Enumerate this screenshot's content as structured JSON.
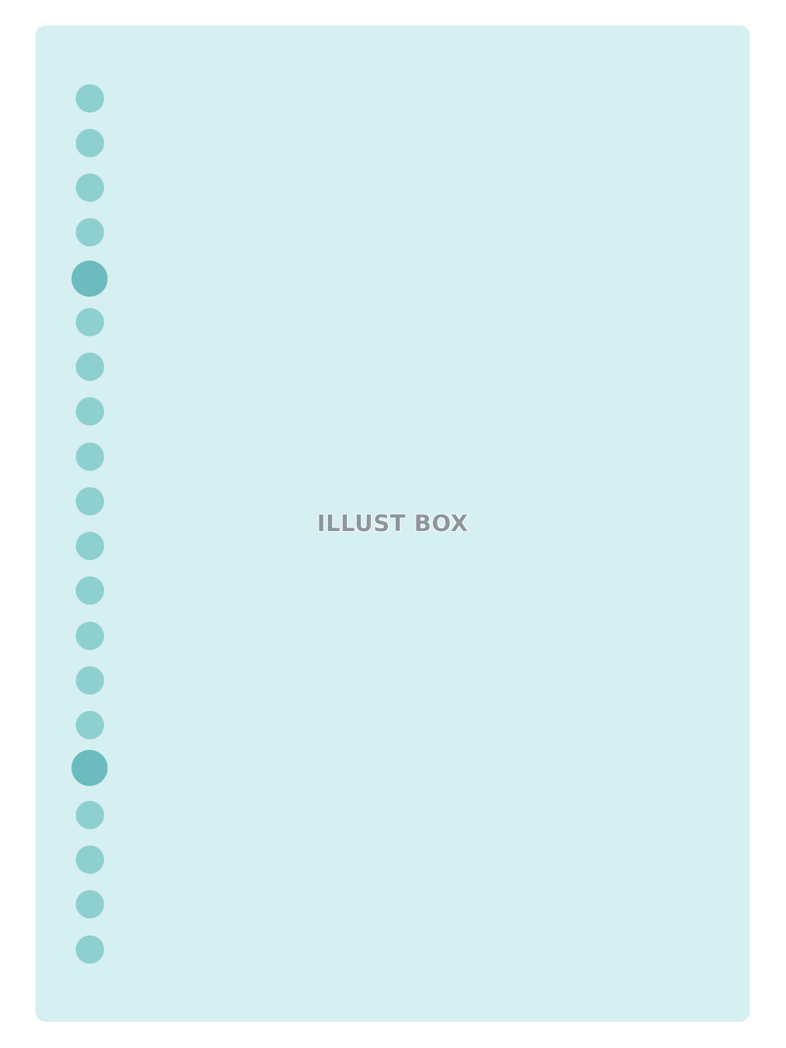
{
  "colors": {
    "paper": "#d6eff1",
    "hole": "#8ecfd0",
    "hole_accent": "#6cbbbe",
    "watermark": "#8d969a"
  },
  "binder_holes": {
    "count": 20,
    "accent_positions": [
      5,
      16
    ]
  },
  "watermark": {
    "text": "ILLUST BOX"
  }
}
